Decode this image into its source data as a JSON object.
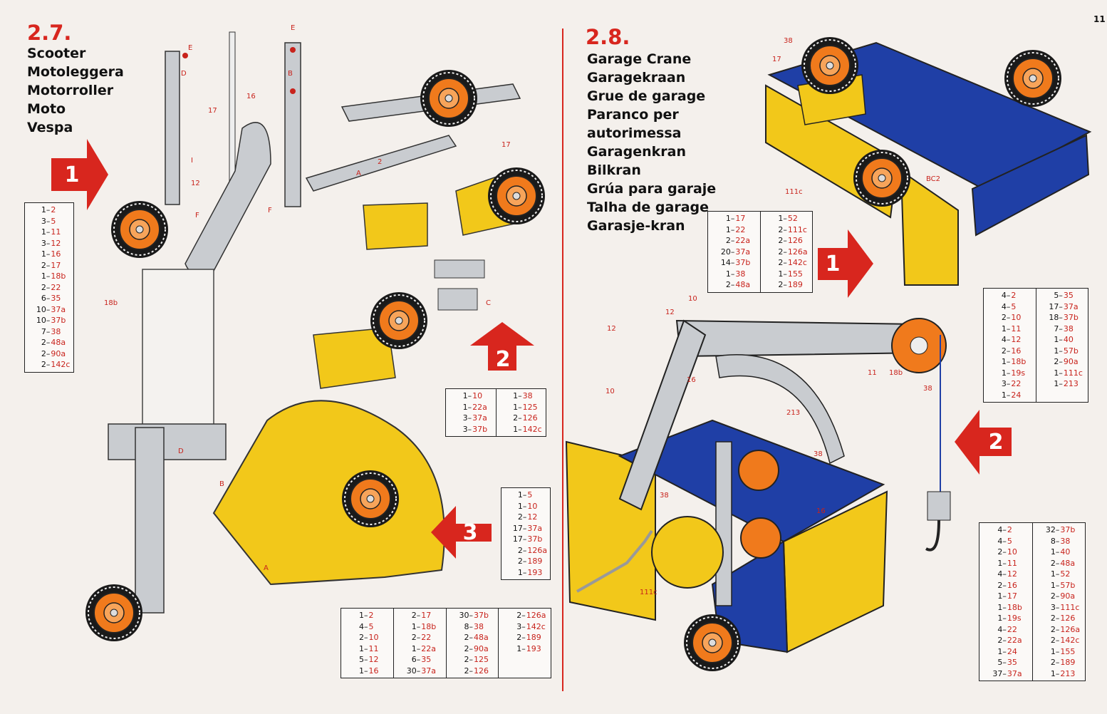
{
  "page_number": "11",
  "colors": {
    "red": "#d8261e",
    "yellow": "#f2c81a",
    "blue": "#1f3fa6",
    "steel": "#c9ccd0",
    "orange": "#f07a1c",
    "tyre": "#1a1a1a"
  },
  "models": [
    {
      "number": "2.7.",
      "names": [
        "Scooter",
        "Motoleggera",
        "Motorroller",
        "Moto",
        "Vespa"
      ],
      "tables": [
        {
          "step": "1",
          "columns": [
            [
              {
                "q": "1",
                "p": "2"
              },
              {
                "q": "3",
                "p": "5"
              },
              {
                "q": "1",
                "p": "11"
              },
              {
                "q": "3",
                "p": "12"
              },
              {
                "q": "1",
                "p": "16"
              },
              {
                "q": "2",
                "p": "17"
              },
              {
                "q": "1",
                "p": "18b"
              },
              {
                "q": "2",
                "p": "22"
              },
              {
                "q": "6",
                "p": "35"
              },
              {
                "q": "10",
                "p": "37a"
              },
              {
                "q": "10",
                "p": "37b"
              },
              {
                "q": "7",
                "p": "38"
              },
              {
                "q": "2",
                "p": "48a"
              },
              {
                "q": "2",
                "p": "90a"
              },
              {
                "q": "2",
                "p": "142c"
              }
            ]
          ]
        },
        {
          "step": "2",
          "columns": [
            [
              {
                "q": "1",
                "p": "10"
              },
              {
                "q": "1",
                "p": "22a"
              },
              {
                "q": "3",
                "p": "37a"
              },
              {
                "q": "3",
                "p": "37b"
              }
            ],
            [
              {
                "q": "1",
                "p": "38"
              },
              {
                "q": "1",
                "p": "125"
              },
              {
                "q": "2",
                "p": "126"
              },
              {
                "q": "1",
                "p": "142c"
              }
            ]
          ]
        },
        {
          "step": "3",
          "columns": [
            [
              {
                "q": "1",
                "p": "5"
              },
              {
                "q": "1",
                "p": "10"
              },
              {
                "q": "2",
                "p": "12"
              },
              {
                "q": "17",
                "p": "37a"
              },
              {
                "q": "17",
                "p": "37b"
              },
              {
                "q": "2",
                "p": "126a"
              },
              {
                "q": "2",
                "p": "189"
              },
              {
                "q": "1",
                "p": "193"
              }
            ]
          ]
        },
        {
          "step": "total",
          "columns": [
            [
              {
                "q": "1",
                "p": "2"
              },
              {
                "q": "4",
                "p": "5"
              },
              {
                "q": "2",
                "p": "10"
              },
              {
                "q": "1",
                "p": "11"
              },
              {
                "q": "5",
                "p": "12"
              },
              {
                "q": "1",
                "p": "16"
              }
            ],
            [
              {
                "q": "2",
                "p": "17"
              },
              {
                "q": "1",
                "p": "18b"
              },
              {
                "q": "2",
                "p": "22"
              },
              {
                "q": "1",
                "p": "22a"
              },
              {
                "q": "6",
                "p": "35"
              },
              {
                "q": "30",
                "p": "37a"
              }
            ],
            [
              {
                "q": "30",
                "p": "37b"
              },
              {
                "q": "8",
                "p": "38"
              },
              {
                "q": "2",
                "p": "48a"
              },
              {
                "q": "2",
                "p": "90a"
              },
              {
                "q": "2",
                "p": "125"
              },
              {
                "q": "2",
                "p": "126"
              }
            ],
            [
              {
                "q": "2",
                "p": "126a"
              },
              {
                "q": "3",
                "p": "142c"
              },
              {
                "q": "2",
                "p": "189"
              },
              {
                "q": "1",
                "p": "193"
              }
            ]
          ]
        }
      ],
      "step_numbers": [
        "1",
        "2",
        "3"
      ],
      "part_labels": [
        "E",
        "D",
        "B",
        "E",
        "17",
        "16",
        "12",
        "I",
        "A",
        "2",
        "17",
        "F",
        "F",
        "18b",
        "C",
        "D",
        "B",
        "A"
      ]
    },
    {
      "number": "2.8.",
      "names": [
        "Garage Crane",
        "Garagekraan",
        "Grue de garage",
        "Paranco per",
        "autorimessa",
        "Garagenkran",
        "Bilkran",
        "Grúa para garaje",
        "Talha de garage",
        "Garasje-kran"
      ],
      "tables": [
        {
          "step": "1",
          "columns": [
            [
              {
                "q": "1",
                "p": "17"
              },
              {
                "q": "1",
                "p": "22"
              },
              {
                "q": "2",
                "p": "22a"
              },
              {
                "q": "20",
                "p": "37a"
              },
              {
                "q": "14",
                "p": "37b"
              },
              {
                "q": "1",
                "p": "38"
              },
              {
                "q": "2",
                "p": "48a"
              }
            ],
            [
              {
                "q": "1",
                "p": "52"
              },
              {
                "q": "2",
                "p": "111c"
              },
              {
                "q": "2",
                "p": "126"
              },
              {
                "q": "2",
                "p": "126a"
              },
              {
                "q": "2",
                "p": "142c"
              },
              {
                "q": "1",
                "p": "155"
              },
              {
                "q": "2",
                "p": "189"
              }
            ]
          ]
        },
        {
          "step": "2",
          "columns": [
            [
              {
                "q": "4",
                "p": "2"
              },
              {
                "q": "4",
                "p": "5"
              },
              {
                "q": "2",
                "p": "10"
              },
              {
                "q": "1",
                "p": "11"
              },
              {
                "q": "4",
                "p": "12"
              },
              {
                "q": "2",
                "p": "16"
              },
              {
                "q": "1",
                "p": "18b"
              },
              {
                "q": "1",
                "p": "19s"
              },
              {
                "q": "3",
                "p": "22"
              },
              {
                "q": "1",
                "p": "24"
              }
            ],
            [
              {
                "q": "5",
                "p": "35"
              },
              {
                "q": "17",
                "p": "37a"
              },
              {
                "q": "18",
                "p": "37b"
              },
              {
                "q": "7",
                "p": "38"
              },
              {
                "q": "1",
                "p": "40"
              },
              {
                "q": "1",
                "p": "57b"
              },
              {
                "q": "2",
                "p": "90a"
              },
              {
                "q": "1",
                "p": "111c"
              },
              {
                "q": "1",
                "p": "213"
              }
            ]
          ]
        },
        {
          "step": "total",
          "columns": [
            [
              {
                "q": "4",
                "p": "2"
              },
              {
                "q": "4",
                "p": "5"
              },
              {
                "q": "2",
                "p": "10"
              },
              {
                "q": "1",
                "p": "11"
              },
              {
                "q": "4",
                "p": "12"
              },
              {
                "q": "2",
                "p": "16"
              },
              {
                "q": "1",
                "p": "17"
              },
              {
                "q": "1",
                "p": "18b"
              },
              {
                "q": "1",
                "p": "19s"
              },
              {
                "q": "4",
                "p": "22"
              },
              {
                "q": "2",
                "p": "22a"
              },
              {
                "q": "1",
                "p": "24"
              },
              {
                "q": "5",
                "p": "35"
              },
              {
                "q": "37",
                "p": "37a"
              }
            ],
            [
              {
                "q": "32",
                "p": "37b"
              },
              {
                "q": "8",
                "p": "38"
              },
              {
                "q": "1",
                "p": "40"
              },
              {
                "q": "2",
                "p": "48a"
              },
              {
                "q": "1",
                "p": "52"
              },
              {
                "q": "1",
                "p": "57b"
              },
              {
                "q": "2",
                "p": "90a"
              },
              {
                "q": "3",
                "p": "111c"
              },
              {
                "q": "2",
                "p": "126"
              },
              {
                "q": "2",
                "p": "126a"
              },
              {
                "q": "2",
                "p": "142c"
              },
              {
                "q": "1",
                "p": "155"
              },
              {
                "q": "2",
                "p": "189"
              },
              {
                "q": "1",
                "p": "213"
              }
            ]
          ]
        }
      ],
      "step_numbers": [
        "1",
        "2"
      ],
      "part_labels": [
        "38",
        "17",
        "111c",
        "BC2",
        "10",
        "12",
        "12",
        "10",
        "16",
        "11",
        "18b",
        "38",
        "213",
        "38",
        "38",
        "16",
        "111c"
      ]
    }
  ]
}
